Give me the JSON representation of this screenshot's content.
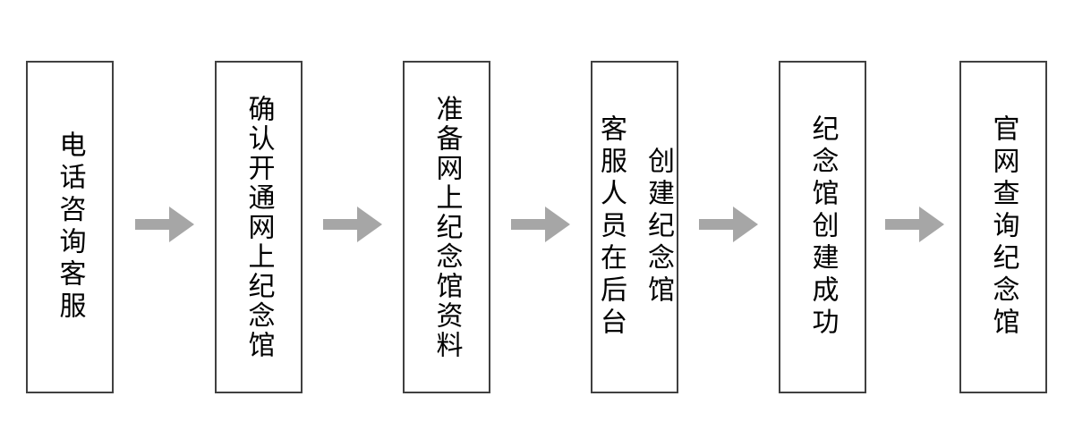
{
  "flow": {
    "direction": "left-to-right",
    "steps": [
      {
        "label": "电话咨询客服",
        "columns": [
          "电话咨询客服"
        ]
      },
      {
        "label": "确认开通网上纪念馆",
        "columns": [
          "确认开通网上纪念馆"
        ]
      },
      {
        "label": "准备网上纪念馆资料",
        "columns": [
          "准备网上纪念馆资料"
        ]
      },
      {
        "label": "客服人员在后台创建纪念馆",
        "columns": [
          "客服人员在后台",
          "创建纪念馆"
        ]
      },
      {
        "label": "纪念馆创建成功",
        "columns": [
          "纪念馆创建成功"
        ]
      },
      {
        "label": "官网查询纪念馆",
        "columns": [
          "官网查询纪念馆"
        ]
      }
    ],
    "connector_count": 5,
    "connector_type": "arrow-right"
  },
  "colors": {
    "background": "#ffffff",
    "box_fill": "#ffffff",
    "box_border": "#404040",
    "arrow": "#a6a6a6",
    "text": "#000000"
  }
}
